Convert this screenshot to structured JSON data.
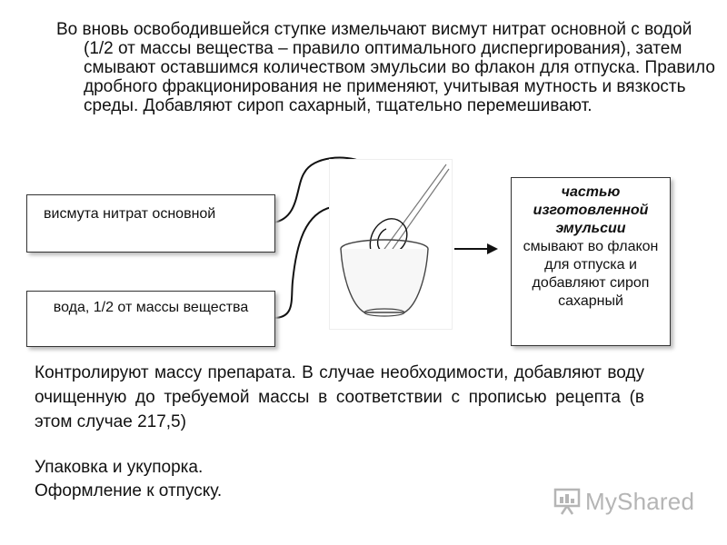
{
  "intro": "Во вновь освободившейся ступке измельчают висмут нитрат основной с водой (1/2 от массы вещества – правило оптимального диспергирования), затем смывают оставшимся количеством эмульсии во флакон для отпуска. Правило дробного фракционирования не применяют, учитывая мутность и вязкость среды. Добавляют сироп сахарный, тщательно перемешивают.",
  "box_bismuth": "висмута нитрат основной",
  "box_water": "вода, 1/2 от массы вещества",
  "box_result": {
    "emphasis": "частью изготовленной эмульсии",
    "rest": "смывают во флакон для отпуска и добавляют сироп сахарный"
  },
  "body": "Контролируют массу препарата. В случае необходимости, добавляют воду очищенную до требуемой массы в соответствии с прописью рецепта (в этом случае 217,5)",
  "pack": [
    "Упаковка и укупорка.",
    "Оформление к отпуску."
  ],
  "logo": "MyShared",
  "colors": {
    "logo": "#b5b5b5",
    "box_border": "#333333"
  }
}
